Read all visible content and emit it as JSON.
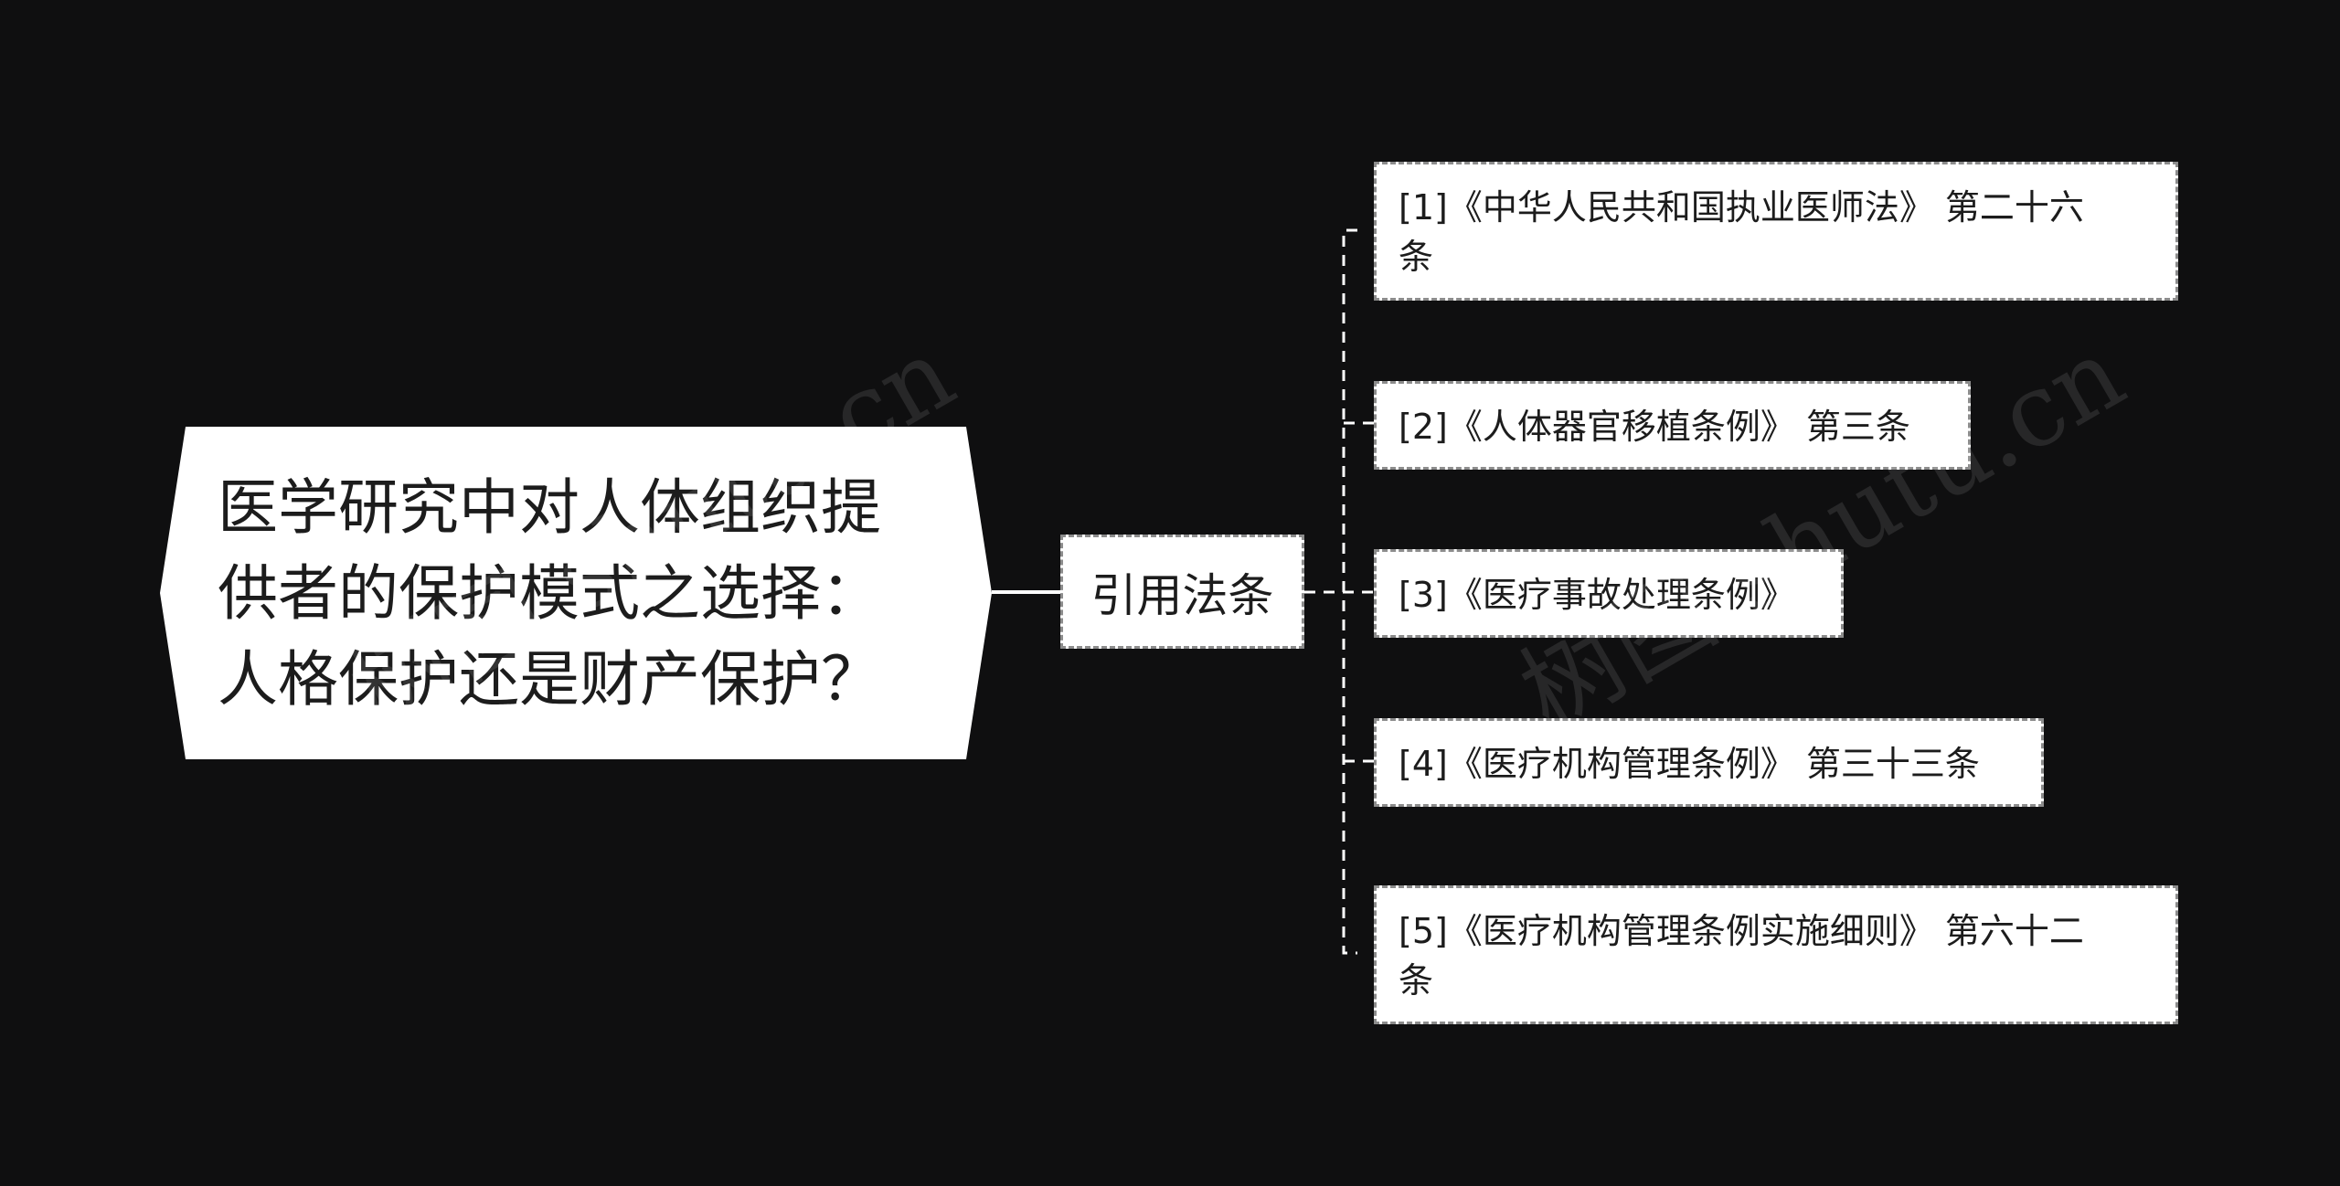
{
  "root": {
    "text": "医学研究中对人体组织提\n供者的保护模式之选择：\n人格保护还是财产保护？"
  },
  "branch": {
    "label": "引用法条"
  },
  "leaves": [
    {
      "text": "[1]《中华人民共和国执业医师法》 第二十六\n条"
    },
    {
      "text": "[2]《人体器官移植条例》 第三条"
    },
    {
      "text": "[3]《医疗事故处理条例》"
    },
    {
      "text": "[4]《医疗机构管理条例》 第三十三条"
    },
    {
      "text": "[5]《医疗机构管理条例实施细则》 第六十二\n条"
    }
  ],
  "watermark": {
    "text_1": "树图 shutu.cn",
    "text_2": "树图 shutu.cn"
  },
  "colors": {
    "background": "#0f0f10",
    "node_fill": "#ffffff",
    "connector": "#ffffff",
    "dashed_border": "#8c8c8c",
    "text": "#1c1c1c"
  }
}
